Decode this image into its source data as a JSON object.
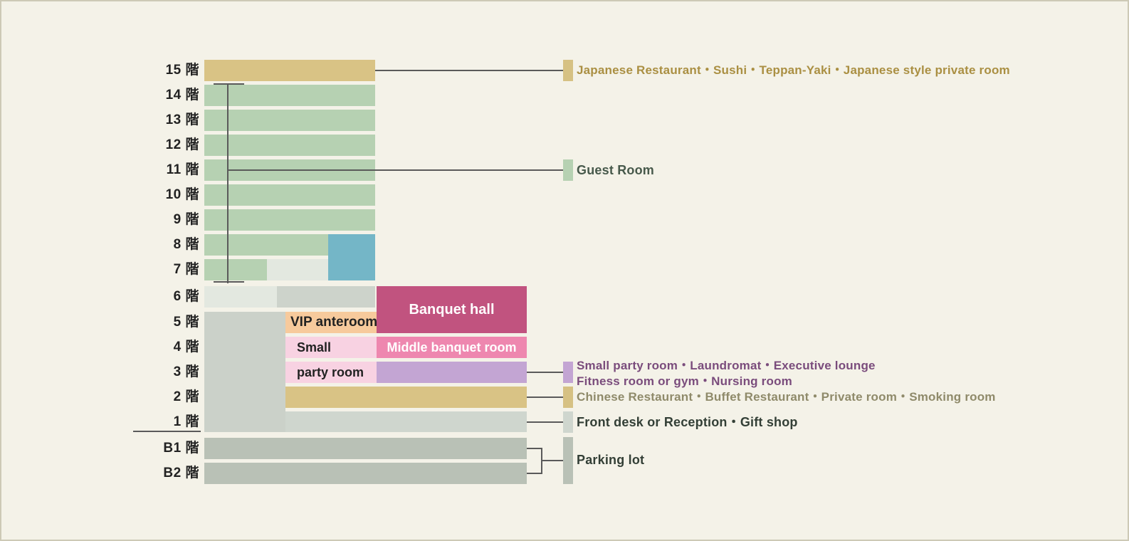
{
  "diagram_title": "Hotel floor guide diagram",
  "palette": {
    "background": "#f4f2e8",
    "tan": "#d9c385",
    "green": "#b6d1b2",
    "blue": "#74b6c7",
    "light_gray": "#e3e8e0",
    "mid_gray": "#cdd3cb",
    "tower_gray": "#cbd1c9",
    "floor1_gray": "#cfd6ce",
    "basement_gray": "#b9c1b6",
    "magenta": "#c1537f",
    "pink": "#ee87af",
    "light_pink": "#f8d2e2",
    "peach": "#f7ca9c",
    "purple": "#c3a5d3",
    "line": "#5a5a5a",
    "text_dark": "#222222"
  },
  "floors": [
    {
      "label": "15 階"
    },
    {
      "label": "14 階"
    },
    {
      "label": "13 階"
    },
    {
      "label": "12 階"
    },
    {
      "label": "11 階"
    },
    {
      "label": "10 階"
    },
    {
      "label": "9 階"
    },
    {
      "label": "8 階"
    },
    {
      "label": "7 階"
    },
    {
      "label": "6 階"
    },
    {
      "label": "5 階"
    },
    {
      "label": "4 階"
    },
    {
      "label": "3 階"
    },
    {
      "label": "2 階"
    },
    {
      "label": "1 階"
    },
    {
      "label": "B1 階"
    },
    {
      "label": "B2 階"
    }
  ],
  "blocks": {
    "banquet_hall": {
      "label": "Banquet hall",
      "color": "#c1537f"
    },
    "vip_anteroom": {
      "label": "VIP anteroom",
      "color": "#f7ca9c"
    },
    "small_party_room": {
      "label_line1": "Small",
      "label_line2": "party room",
      "color": "#f8d2e2"
    },
    "middle_banquet_room": {
      "label": "Middle banquet room",
      "color": "#ee87af"
    }
  },
  "legend": [
    {
      "id": "floor-15",
      "swatch": "#d6c183",
      "color": "#aa8f42",
      "lines": [
        "Japanese Restaurant・Sushi・Teppan-Yaki・Japanese style private room"
      ]
    },
    {
      "id": "guest-room",
      "swatch": "#b6d1b2",
      "color": "#47594b",
      "lines": [
        "Guest Room"
      ]
    },
    {
      "id": "floor-3",
      "swatch": "#c3a5d3",
      "color": "#7a4c7c",
      "lines": [
        "Small party room・Laundromat・Executive lounge",
        "Fitness room or gym・Nursing room"
      ]
    },
    {
      "id": "floor-2",
      "swatch": "#d6c183",
      "color": "#8f8a6a",
      "lines": [
        "Chinese Restaurant・Buffet Restaurant・Private room・Smoking room"
      ]
    },
    {
      "id": "floor-1",
      "swatch": "#cfd6ce",
      "color": "#333f36",
      "lines": [
        "Front desk or Reception・Gift shop"
      ]
    },
    {
      "id": "parking",
      "swatch": "#b9c1b6",
      "color": "#333f36",
      "lines": [
        "Parking lot"
      ]
    }
  ]
}
